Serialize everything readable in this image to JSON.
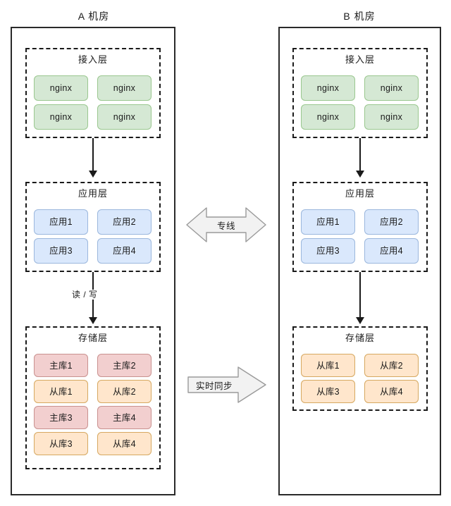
{
  "diagram": {
    "type": "architecture-diagram",
    "datacenters": [
      {
        "id": "dc-a",
        "title": "A 机房",
        "layers": [
          {
            "id": "access",
            "title": "接入层",
            "nodes": [
              "nginx",
              "nginx",
              "nginx",
              "nginx"
            ],
            "color": "green"
          },
          {
            "id": "application",
            "title": "应用层",
            "nodes": [
              "应用1",
              "应用2",
              "应用3",
              "应用4"
            ],
            "color": "blue"
          },
          {
            "id": "storage",
            "title": "存储层",
            "nodes": [
              {
                "label": "主库1",
                "color": "pink"
              },
              {
                "label": "主库2",
                "color": "pink"
              },
              {
                "label": "从库1",
                "color": "orange"
              },
              {
                "label": "从库2",
                "color": "orange"
              },
              {
                "label": "主库3",
                "color": "pink"
              },
              {
                "label": "主库4",
                "color": "pink"
              },
              {
                "label": "从库3",
                "color": "orange"
              },
              {
                "label": "从库4",
                "color": "orange"
              }
            ]
          }
        ],
        "connectors": [
          {
            "id": "access-to-app",
            "label": ""
          },
          {
            "id": "app-to-storage",
            "label": "读 / 写"
          }
        ]
      },
      {
        "id": "dc-b",
        "title": "B 机房",
        "layers": [
          {
            "id": "access",
            "title": "接入层",
            "nodes": [
              "nginx",
              "nginx",
              "nginx",
              "nginx"
            ],
            "color": "green"
          },
          {
            "id": "application",
            "title": "应用层",
            "nodes": [
              "应用1",
              "应用2",
              "应用3",
              "应用4"
            ],
            "color": "blue"
          },
          {
            "id": "storage",
            "title": "存储层",
            "nodes": [
              {
                "label": "从库1",
                "color": "orange"
              },
              {
                "label": "从库2",
                "color": "orange"
              },
              {
                "label": "从库3",
                "color": "orange"
              },
              {
                "label": "从库4",
                "color": "orange"
              }
            ]
          }
        ],
        "connectors": [
          {
            "id": "access-to-app",
            "label": ""
          },
          {
            "id": "app-to-storage",
            "label": ""
          }
        ]
      }
    ],
    "cross_links": [
      {
        "id": "dedicated-line",
        "label": "专线",
        "direction": "bidirectional",
        "from": "dc-a.application",
        "to": "dc-b.application"
      },
      {
        "id": "realtime-sync",
        "label": "实时同步",
        "direction": "right",
        "from": "dc-a.storage",
        "to": "dc-b.storage"
      }
    ],
    "colors": {
      "green_fill": "#d5e8d4",
      "green_stroke": "#9ac78f",
      "blue_fill": "#dae8fc",
      "blue_stroke": "#9bb7dd",
      "pink_fill": "#f2cfcf",
      "pink_stroke": "#c9918f",
      "orange_fill": "#ffe6cc",
      "orange_stroke": "#d6a860",
      "frame_stroke": "#2a2a2a",
      "arrow_fill": "#f2f2f2",
      "arrow_stroke": "#999999"
    }
  }
}
